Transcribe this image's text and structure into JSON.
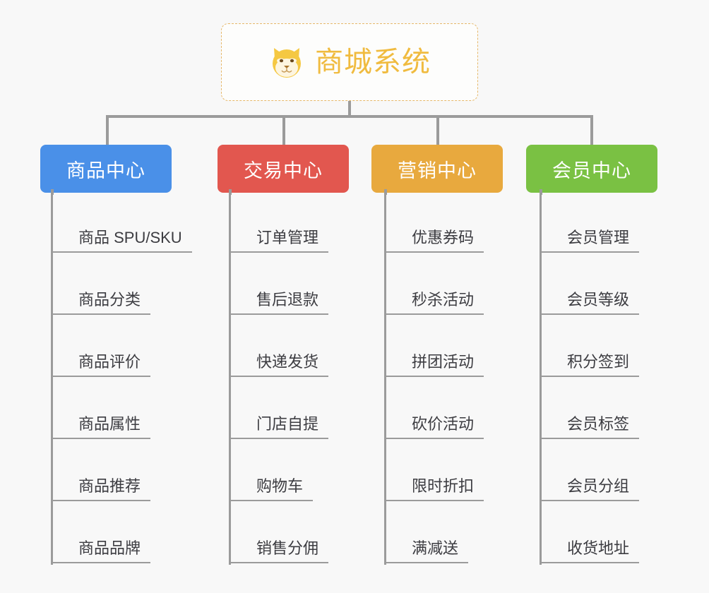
{
  "page": {
    "background_color": "#f8f8f8",
    "connector_color": "#9b9b9b"
  },
  "root": {
    "title": "商城系统",
    "icon": "shiba-dog-emoji",
    "border_color": "#e6b86a",
    "text_color": "#f0bb3f",
    "background_color": "#fdfdfc"
  },
  "branches": [
    {
      "label": "商品中心",
      "color": "#4a90e8",
      "items": [
        "商品 SPU/SKU",
        "商品分类",
        "商品评价",
        "商品属性",
        "商品推荐",
        "商品品牌"
      ]
    },
    {
      "label": "交易中心",
      "color": "#e2574f",
      "items": [
        "订单管理",
        "售后退款",
        "快递发货",
        "门店自提",
        "购物车",
        "销售分佣"
      ]
    },
    {
      "label": "营销中心",
      "color": "#e8a93e",
      "items": [
        "优惠券码",
        "秒杀活动",
        "拼团活动",
        "砍价活动",
        "限时折扣",
        "满减送"
      ]
    },
    {
      "label": "会员中心",
      "color": "#7ac143",
      "items": [
        "会员管理",
        "会员等级",
        "积分签到",
        "会员标签",
        "会员分组",
        "收货地址"
      ]
    }
  ]
}
